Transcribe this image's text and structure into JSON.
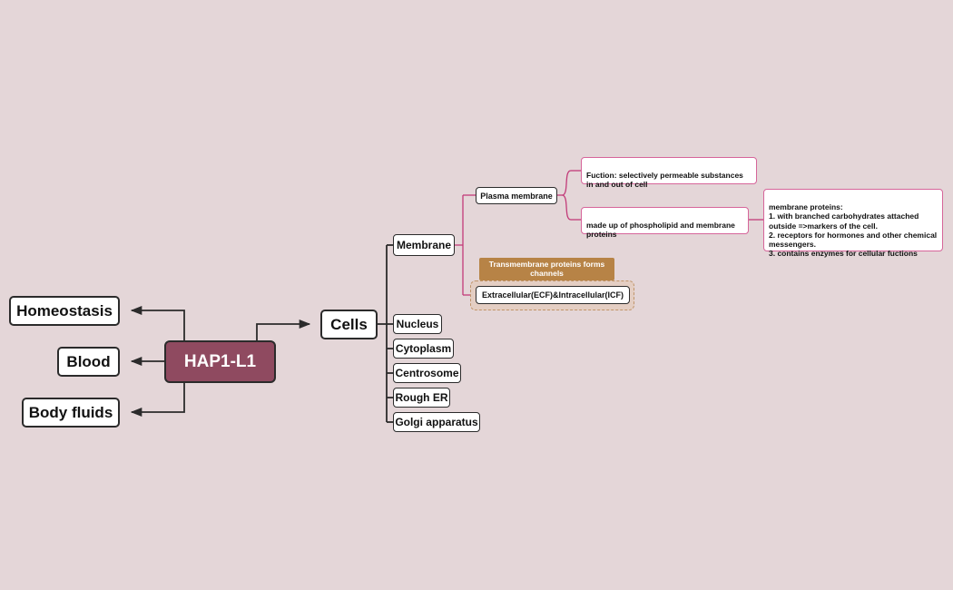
{
  "root": {
    "label": "HAP1-L1"
  },
  "left_topics": [
    "Homeostasis",
    "Blood",
    "Body fluids"
  ],
  "cells": {
    "label": "Cells",
    "children": [
      "Membrane",
      "Nucleus",
      "Cytoplasm",
      "Centrosome",
      "Rough ER",
      "Golgi apparatus"
    ]
  },
  "membrane": {
    "plasma_membrane": "Plasma membrane",
    "extra_intra": "Extracellular(ECF)&Intracellular(ICF)",
    "transmembrane_note": "Transmembrane proteins forms channels"
  },
  "plasma_notes": {
    "function": "Fuction: selectively permeable substances in and out of cell",
    "made_of": "made up of phospholipid and membrane proteins"
  },
  "membrane_proteins_note": "membrane proteins:\n1. with branched carbohydrates attached outside =>markers of the cell.\n2. receptors for hormones and other chemical messengers.\n3. contains enzymes for cellular fuctions",
  "colors": {
    "root_fill": "#8f4a60",
    "background": "#e4d6d8",
    "note_border": "#d6659a",
    "float_fill": "#b78346",
    "connector": "#2b2b2b",
    "branch_pink": "#c23b79"
  }
}
